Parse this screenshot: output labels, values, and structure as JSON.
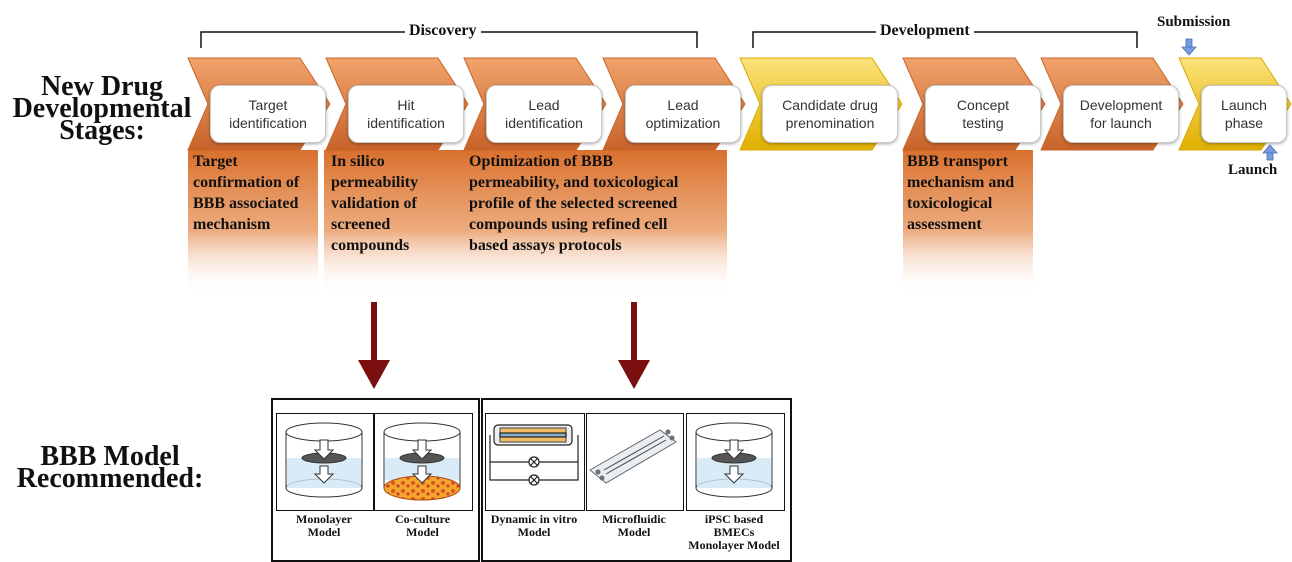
{
  "brackets": {
    "discovery": "Discovery",
    "development": "Development"
  },
  "milestones": {
    "submission": "Submission",
    "launch": "Launch"
  },
  "row_titles": {
    "top": [
      "New Drug",
      "Developmental",
      "Stages:"
    ],
    "bottom": [
      "BBB Model",
      "Recommended:"
    ]
  },
  "stages": [
    {
      "label": "Target\nidentification",
      "phase": "discovery"
    },
    {
      "label": "Hit\nidentification",
      "phase": "discovery"
    },
    {
      "label": "Lead\nidentification",
      "phase": "discovery"
    },
    {
      "label": "Lead\noptimization",
      "phase": "discovery"
    },
    {
      "label": "Candidate drug\nprenomination",
      "phase": "yellow"
    },
    {
      "label": "Concept\ntesting",
      "phase": "discovery"
    },
    {
      "label": "Development\nfor launch",
      "phase": "discovery"
    },
    {
      "label": "Launch\nphase",
      "phase": "yellow"
    }
  ],
  "descriptions": {
    "target": [
      "Target",
      "confirmation of",
      "BBB associated",
      "mechanism"
    ],
    "hit": [
      "In silico",
      "permeability",
      "validation of",
      "screened",
      "compounds"
    ],
    "lead": [
      "Optimization of BBB",
      "permeability, and toxicological",
      "profile of the selected screened",
      "compounds using refined cell",
      "based assays protocols"
    ],
    "concept": [
      "BBB transport",
      "mechanism and",
      "toxicological",
      "assessment"
    ]
  },
  "models": [
    {
      "caption": [
        "Monolayer",
        "Model"
      ]
    },
    {
      "caption": [
        "Co-culture",
        "Model"
      ]
    },
    {
      "caption": [
        "Dynamic in vitro",
        "Model"
      ]
    },
    {
      "caption": [
        "Microfluidic",
        "Model"
      ]
    },
    {
      "caption": [
        "iPSC based",
        "BMECs",
        "Monolayer Model"
      ]
    }
  ],
  "colors": {
    "orange": "#e07b39",
    "orange_dark": "#c8632a",
    "yellow": "#f2c21b",
    "yellow_dark": "#d9a800",
    "arrow_red": "#7b0e0e",
    "milestone_blue": "#7a9de0"
  }
}
